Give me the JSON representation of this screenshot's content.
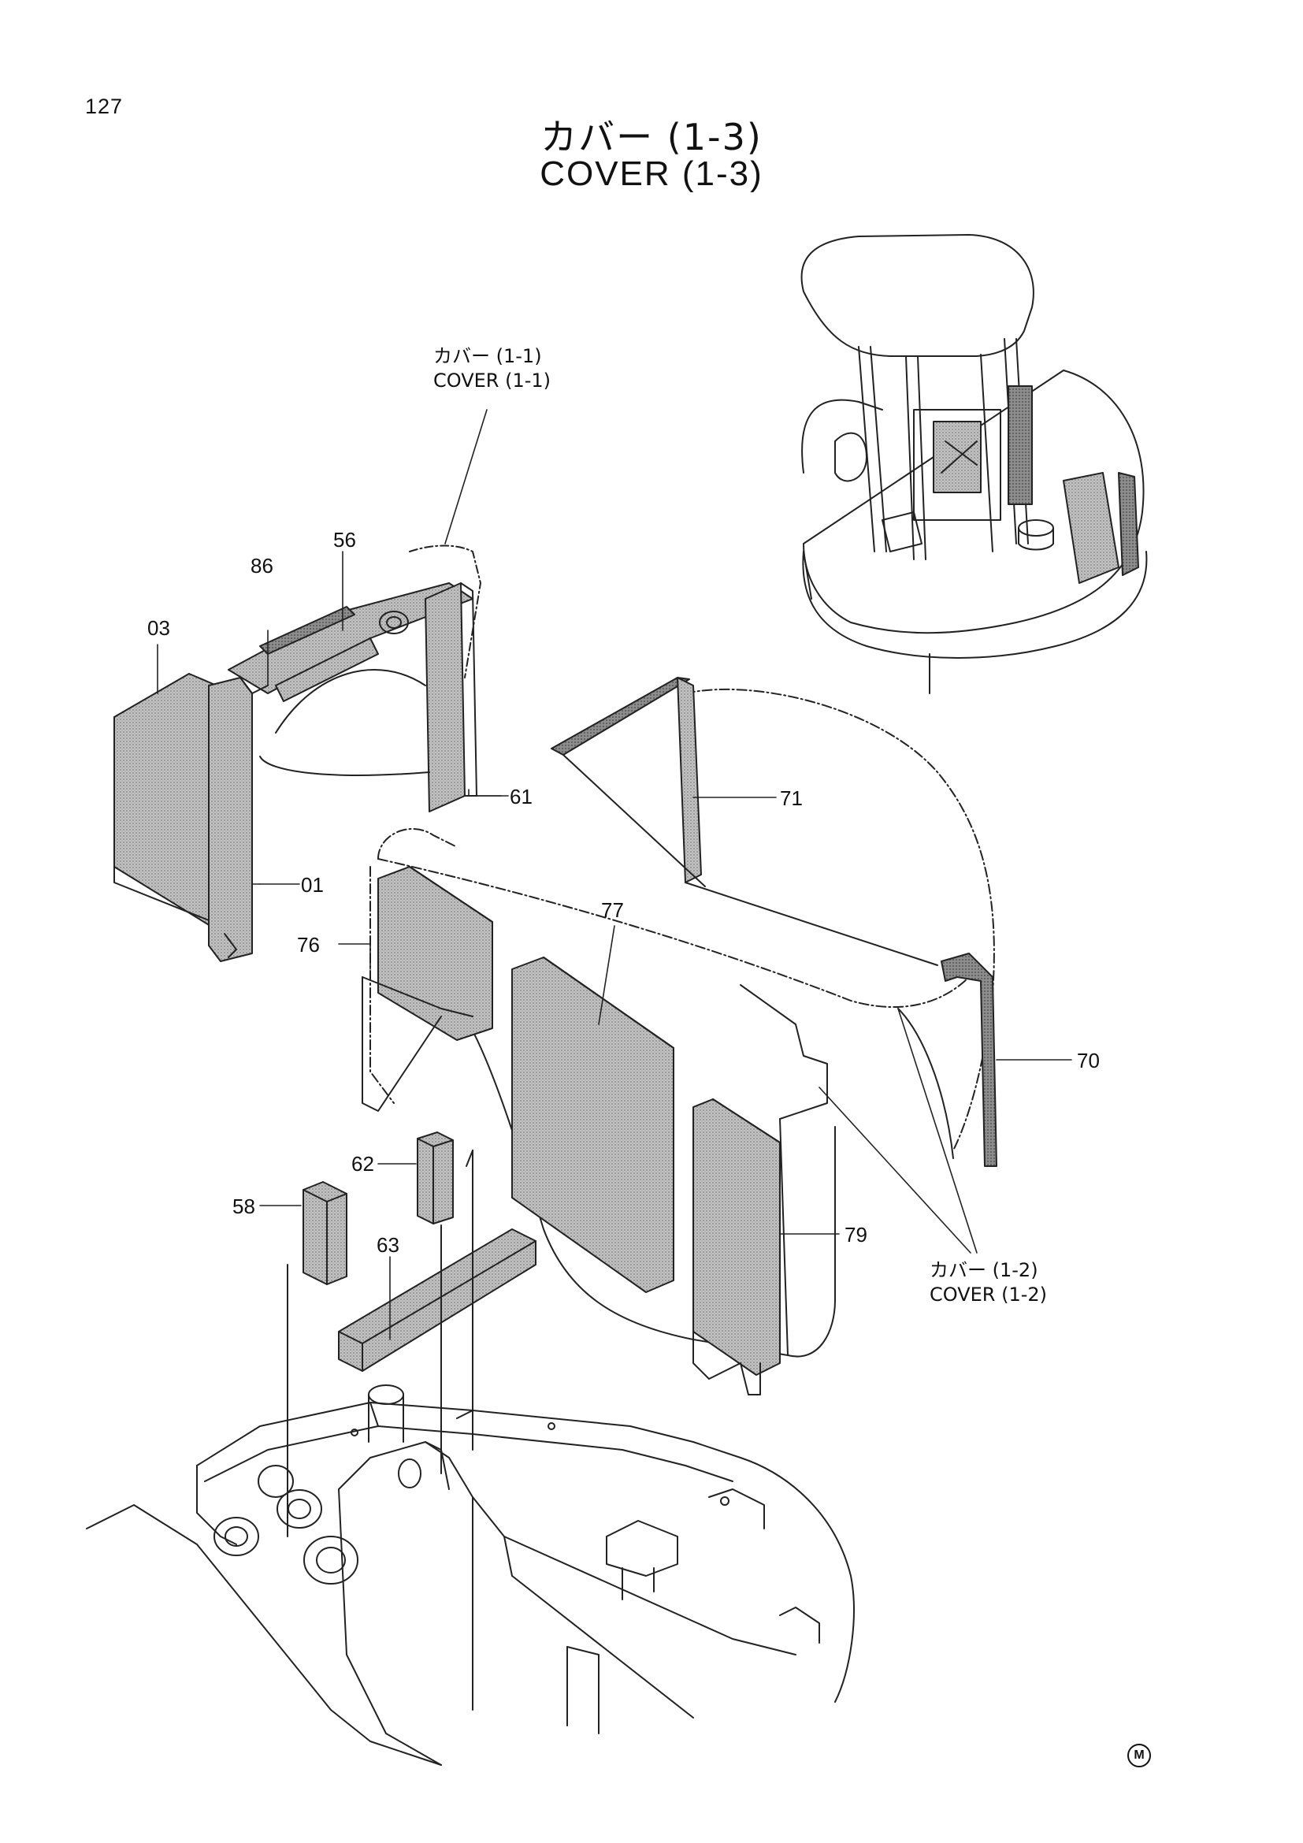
{
  "header": {
    "page_number": "127",
    "title_jp": "カバー (1-3)",
    "title_en": "COVER (1-3)"
  },
  "references": {
    "cover_1_1": {
      "jp": "カバー (1-1)",
      "en": "COVER (1-1)"
    },
    "cover_1_2": {
      "jp": "カバー (1-2)",
      "en": "COVER (1-2)"
    }
  },
  "parts": [
    {
      "id": "part-01",
      "label": "01"
    },
    {
      "id": "part-03",
      "label": "03"
    },
    {
      "id": "part-56",
      "label": "56"
    },
    {
      "id": "part-58",
      "label": "58"
    },
    {
      "id": "part-61",
      "label": "61"
    },
    {
      "id": "part-62",
      "label": "62"
    },
    {
      "id": "part-63",
      "label": "63"
    },
    {
      "id": "part-70",
      "label": "70"
    },
    {
      "id": "part-71",
      "label": "71"
    },
    {
      "id": "part-76",
      "label": "76"
    },
    {
      "id": "part-77",
      "label": "77"
    },
    {
      "id": "part-79",
      "label": "79"
    },
    {
      "id": "part-86",
      "label": "86"
    }
  ],
  "footer": {
    "mark": "M"
  },
  "colors": {
    "ink": "#111111",
    "pad_fill": "#b9b9b9",
    "pad_dark": "#8f8f8f"
  }
}
